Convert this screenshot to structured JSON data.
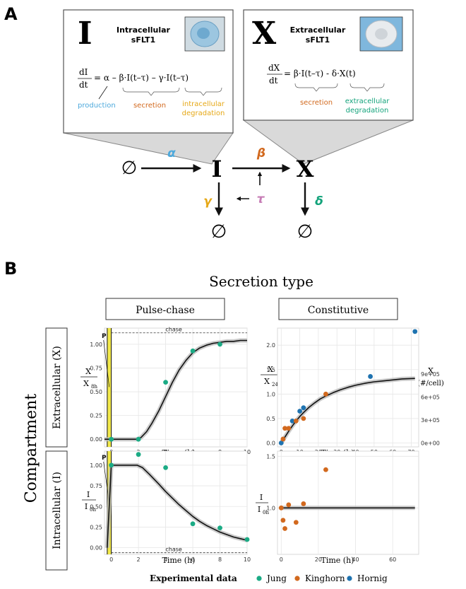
{
  "panel_a": {
    "panel_label": "A",
    "box_i": {
      "symbol": "I",
      "title_line1": "Intracellular",
      "title_line2": "sFLT1",
      "eq_lhs_top": "dI",
      "eq_lhs_bottom": "dt",
      "eq_rhs": "= α – β·I(t–τ) – γ·I(t–τ)",
      "term_production": "production",
      "term_secretion": "secretion",
      "term_degradation_line1": "intracellular",
      "term_degradation_line2": "degradation"
    },
    "box_x": {
      "symbol": "X",
      "title_line1": "Extracellular",
      "title_line2": "sFLT1",
      "eq_lhs_top": "dX",
      "eq_lhs_bottom": "dt",
      "eq_rhs": "= β·I(t–τ) - δ·X(t)",
      "term_secretion": "secretion",
      "term_degradation_line1": "extracellular",
      "term_degradation_line2": "degradation"
    },
    "network": {
      "empty_set": "∅",
      "node_i": "I",
      "node_x": "X",
      "alpha": "α",
      "beta": "β",
      "gamma": "γ",
      "delta": "δ",
      "tau": "τ"
    }
  },
  "panel_b": {
    "panel_label": "B",
    "header": "Secretion type",
    "col_labels": [
      "Pulse-chase",
      "Constitutive"
    ],
    "row_header": "Compartment",
    "row_labels": [
      "Extracellular (X)",
      "Intracellular (I)"
    ],
    "pulse_marker": "P",
    "chase_label": "chase",
    "xlabel": "Time (h)",
    "ylabel_x_pulse": {
      "num": "X",
      "den": "X",
      "sub": "8h"
    },
    "ylabel_x_const": {
      "num": "X",
      "den": "X",
      "sub": "24h"
    },
    "ylabel_i_pulse": {
      "num": "I",
      "den": "I",
      "sub": "0h"
    },
    "ylabel_i_const": {
      "num": "I",
      "den": "I",
      "sub": "0h"
    },
    "secondary_axis_label_1": "X",
    "secondary_axis_label_2": "(#/cell)",
    "legend_title": "Experimental data",
    "legend_items": [
      "Jung",
      "Kinghorn",
      "Hornig"
    ]
  },
  "colors": {
    "alpha": "#4da9dc",
    "beta": "#d2691e",
    "gamma": "#e6a817",
    "delta": "#13a37b",
    "tau": "#c77db6",
    "jung": "#1bab85",
    "kinghorn": "#d2691e",
    "hornig": "#1f73b0",
    "pulse": "#f1e84a"
  },
  "chart_data": [
    {
      "type": "line",
      "id": "x_pulse",
      "xlim": [
        -0.5,
        10
      ],
      "ylim": [
        -0.08,
        1.17
      ],
      "xticks": [
        0,
        2,
        4,
        6,
        8,
        10
      ],
      "yticks": [
        0.0,
        0.25,
        0.5,
        0.75,
        1.0
      ],
      "ytick_labels": [
        "0.00",
        "0.25",
        "0.50",
        "0.75",
        "1.00"
      ],
      "model": {
        "x": [
          -0.5,
          0,
          1,
          1.9,
          2.2,
          2.6,
          3,
          3.5,
          4,
          4.5,
          5,
          5.5,
          6,
          6.5,
          7,
          7.5,
          8,
          8.5,
          9,
          9.5,
          10
        ],
        "y": [
          0,
          0,
          0,
          0,
          0.02,
          0.08,
          0.17,
          0.3,
          0.45,
          0.6,
          0.73,
          0.83,
          0.91,
          0.96,
          0.99,
          1.01,
          1.02,
          1.03,
          1.03,
          1.04,
          1.04
        ]
      },
      "points": [
        {
          "series": "Jung",
          "x": 0,
          "y": 0
        },
        {
          "series": "Jung",
          "x": 2,
          "y": 0
        },
        {
          "series": "Jung",
          "x": 4,
          "y": 0.6
        },
        {
          "series": "Jung",
          "x": 6,
          "y": 0.93
        },
        {
          "series": "Jung",
          "x": 8,
          "y": 1.0
        }
      ],
      "pulse_x": [
        -0.3,
        0
      ]
    },
    {
      "type": "line",
      "id": "x_const",
      "xlim": [
        -2,
        74
      ],
      "ylim": [
        -0.08,
        2.35
      ],
      "xticks": [
        0,
        10,
        20,
        30,
        40,
        50,
        60,
        70
      ],
      "yticks": [
        0.0,
        0.5,
        1.0,
        1.5,
        2.0
      ],
      "ytick_labels": [
        "0.0",
        "0.5",
        "1.0",
        "1.5",
        "2.0"
      ],
      "secondary_ticks": [
        {
          "y": 0.0,
          "label": "0e+00"
        },
        {
          "y": 0.47,
          "label": "3e+05"
        },
        {
          "y": 0.94,
          "label": "6e+05"
        },
        {
          "y": 1.41,
          "label": "9e+05"
        }
      ],
      "model": {
        "x": [
          0,
          2,
          4,
          6,
          8,
          10,
          12,
          15,
          18,
          21,
          24,
          28,
          32,
          36,
          40,
          45,
          50,
          55,
          60,
          65,
          72
        ],
        "y": [
          0,
          0.12,
          0.24,
          0.35,
          0.45,
          0.54,
          0.62,
          0.73,
          0.82,
          0.9,
          0.96,
          1.03,
          1.09,
          1.14,
          1.18,
          1.22,
          1.25,
          1.27,
          1.29,
          1.31,
          1.32
        ]
      },
      "points": [
        {
          "series": "Hornig",
          "x": 0,
          "y": 0.0
        },
        {
          "series": "Kinghorn",
          "x": 1,
          "y": 0.08
        },
        {
          "series": "Kinghorn",
          "x": 2,
          "y": 0.3
        },
        {
          "series": "Kinghorn",
          "x": 4,
          "y": 0.3
        },
        {
          "series": "Hornig",
          "x": 6,
          "y": 0.45
        },
        {
          "series": "Kinghorn",
          "x": 8,
          "y": 0.45
        },
        {
          "series": "Hornig",
          "x": 10,
          "y": 0.65
        },
        {
          "series": "Kinghorn",
          "x": 12,
          "y": 0.5
        },
        {
          "series": "Hornig",
          "x": 12,
          "y": 0.72
        },
        {
          "series": "Kinghorn",
          "x": 24,
          "y": 1.0
        },
        {
          "series": "Hornig",
          "x": 48,
          "y": 1.36
        },
        {
          "series": "Hornig",
          "x": 72,
          "y": 2.28
        }
      ]
    },
    {
      "type": "line",
      "id": "i_pulse",
      "xlim": [
        -0.5,
        10
      ],
      "ylim": [
        -0.08,
        1.17
      ],
      "xticks": [
        0,
        2,
        4,
        6,
        8,
        10
      ],
      "yticks": [
        0.0,
        0.25,
        0.5,
        0.75,
        1.0
      ],
      "ytick_labels": [
        "0.00",
        "0.25",
        "0.50",
        "0.75",
        "1.00"
      ],
      "model": {
        "x": [
          -0.3,
          0,
          1,
          1.9,
          2.3,
          2.8,
          3.5,
          4,
          4.5,
          5,
          5.5,
          6,
          6.5,
          7,
          7.5,
          8,
          8.5,
          9,
          9.5,
          10
        ],
        "y": [
          0,
          1,
          1,
          1,
          0.97,
          0.89,
          0.77,
          0.68,
          0.6,
          0.52,
          0.45,
          0.38,
          0.32,
          0.27,
          0.23,
          0.19,
          0.16,
          0.13,
          0.11,
          0.09
        ]
      },
      "points": [
        {
          "series": "Jung",
          "x": 0,
          "y": 1.0
        },
        {
          "series": "Jung",
          "x": 2,
          "y": 1.13
        },
        {
          "series": "Jung",
          "x": 4,
          "y": 0.97
        },
        {
          "series": "Jung",
          "x": 6,
          "y": 0.29
        },
        {
          "series": "Jung",
          "x": 8,
          "y": 0.24
        },
        {
          "series": "Jung",
          "x": 10,
          "y": 0.1
        }
      ],
      "pulse_x": [
        -0.3,
        0
      ]
    },
    {
      "type": "line",
      "id": "i_const",
      "xlim": [
        -2,
        74
      ],
      "ylim": [
        0.55,
        1.55
      ],
      "xticks": [
        0,
        20,
        40,
        60
      ],
      "yticks": [
        1.0,
        1.5
      ],
      "ytick_labels": [
        "1.0",
        "1.5"
      ],
      "model": {
        "x": [
          0,
          72
        ],
        "y": [
          1.0,
          1.0
        ]
      },
      "points": [
        {
          "series": "Kinghorn",
          "x": 0,
          "y": 1.0
        },
        {
          "series": "Kinghorn",
          "x": 1,
          "y": 0.88
        },
        {
          "series": "Kinghorn",
          "x": 2,
          "y": 0.8
        },
        {
          "series": "Kinghorn",
          "x": 4,
          "y": 1.03
        },
        {
          "series": "Kinghorn",
          "x": 8,
          "y": 0.86
        },
        {
          "series": "Kinghorn",
          "x": 12,
          "y": 1.04
        },
        {
          "series": "Kinghorn",
          "x": 24,
          "y": 1.37
        }
      ]
    }
  ]
}
